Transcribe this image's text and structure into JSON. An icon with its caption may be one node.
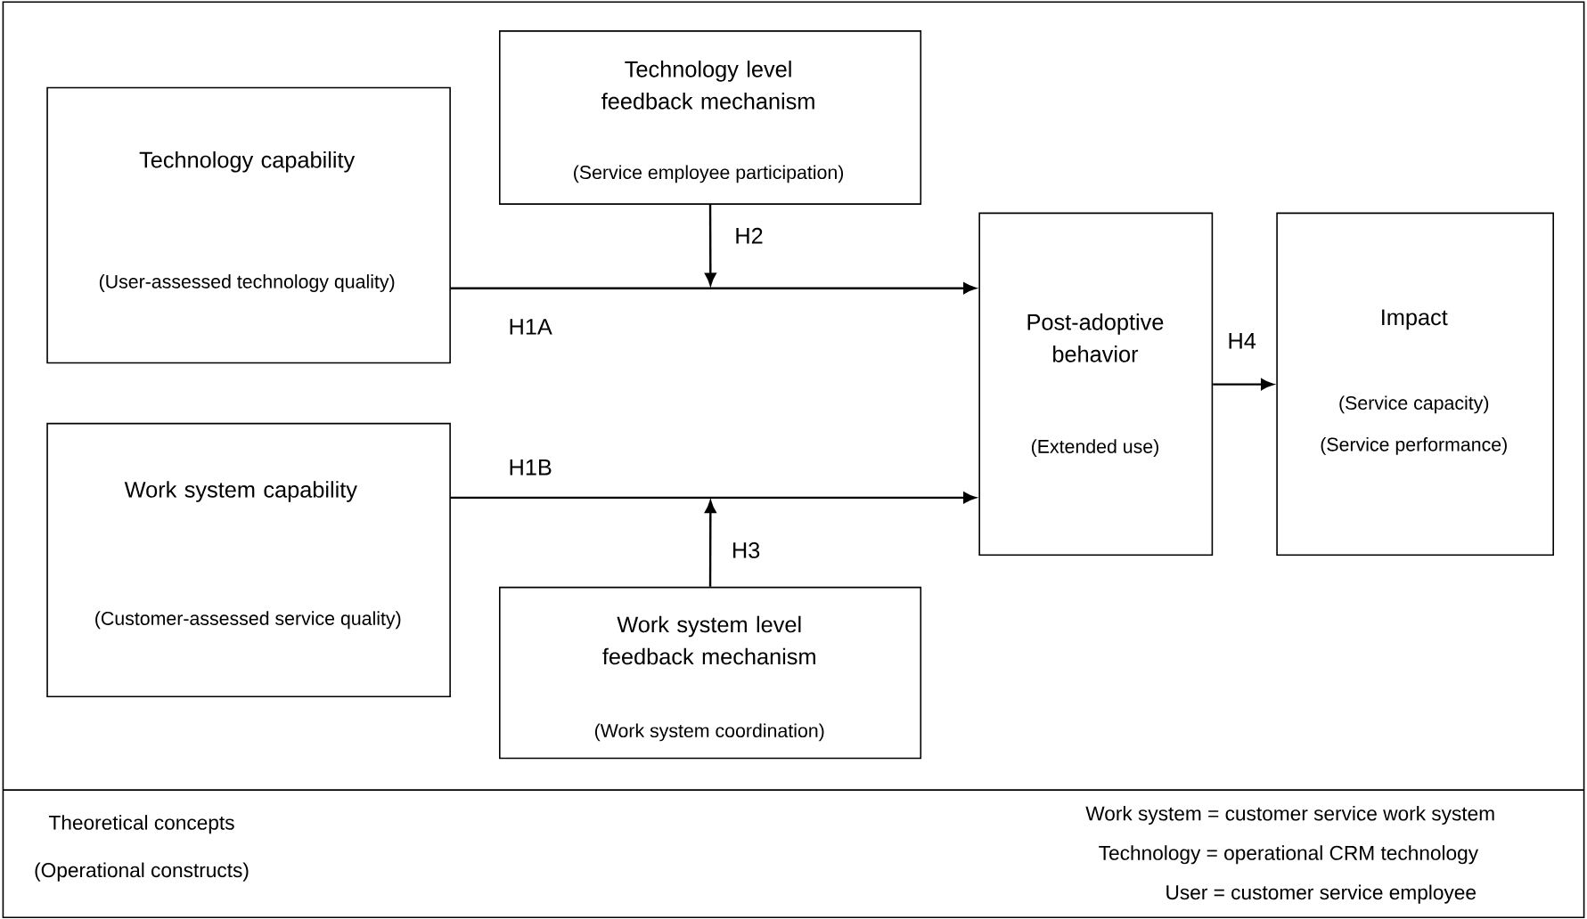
{
  "diagram": {
    "nodes": [
      {
        "text": [
          "Technology capability",
          "(User-assessed technology quality)"
        ]
      },
      {
        "text": [
          "Technology level feedback mechanism",
          "(Service employee participation)"
        ]
      },
      {
        "text": [
          "Work system capability",
          "(Customer-assessed service quality)"
        ]
      },
      {
        "text": [
          "Work system level feedback mechanism",
          "(Work system coordination)"
        ]
      },
      {
        "text": [
          "Post-adoptive behavior",
          "(Extended use)"
        ]
      },
      {
        "text": [
          "Impact",
          "(Service capacity)",
          "(Service performance)"
        ]
      }
    ],
    "edges": [
      {
        "from": 0,
        "to": 4,
        "arrow": "to",
        "label": "H1A"
      },
      {
        "from": 2,
        "to": 4,
        "arrow": "to",
        "label": "H1B"
      },
      {
        "from": 1,
        "to": null,
        "arrow": "to",
        "label": "H2"
      },
      {
        "from": 3,
        "to": null,
        "arrow": "to",
        "label": "H3"
      },
      {
        "from": 4,
        "to": 5,
        "arrow": "to",
        "label": "H4"
      }
    ],
    "labels": [
      "Theoretical concepts",
      "(Operational constructs)",
      "Work system = customer service work system",
      "Technology = operational CRM technology",
      "User = customer service employee"
    ]
  }
}
